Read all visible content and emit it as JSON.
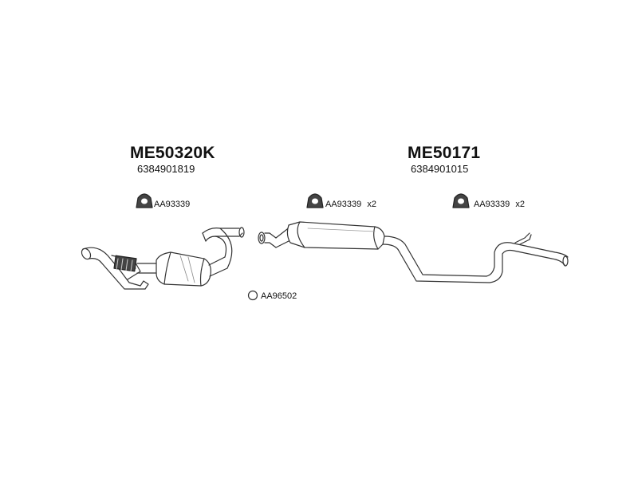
{
  "parts": [
    {
      "code": "ME50320K",
      "number": "6384901819"
    },
    {
      "code": "ME50171",
      "number": "6384901015"
    }
  ],
  "hangers": [
    {
      "code": "AA93339",
      "qty": ""
    },
    {
      "code": "AA93339",
      "qty": "x2"
    },
    {
      "code": "AA93339",
      "qty": "x2"
    }
  ],
  "ring": {
    "code": "AA96502"
  },
  "colors": {
    "line": "#333333",
    "fill": "#ffffff",
    "shade": "#777777"
  }
}
